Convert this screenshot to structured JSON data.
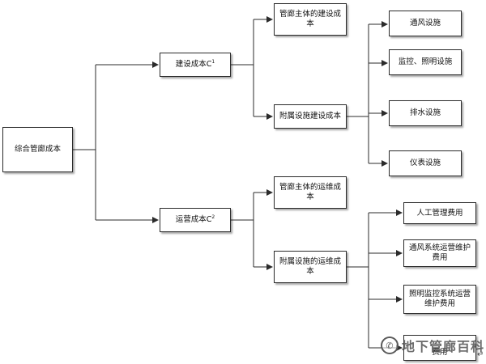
{
  "diagram": {
    "root": {
      "label": "综合管廊成本"
    },
    "construction": {
      "label": "建设成本C",
      "sup": "1",
      "main_body": "管廊主体的建设成本",
      "auxiliary": "附属设施建设成本",
      "facilities": [
        "通风设施",
        "监控、照明设施",
        "排水设施",
        "仪表设施"
      ]
    },
    "operation": {
      "label": "运营成本C",
      "sup": "2",
      "main_body": "管廊主体的运维成本",
      "auxiliary": "附属设施的运维成本",
      "costs": [
        "人工管理费用",
        "通风系统运营维护费用",
        "照明监控系统运营维护费用",
        "费用"
      ]
    }
  },
  "watermark": {
    "text": "地下管廊百科",
    "icon": "wechat-icon"
  },
  "colors": {
    "line": "#2b2b2b",
    "box_border": "#2b2b2b",
    "shadow": "#8a8a8a"
  }
}
